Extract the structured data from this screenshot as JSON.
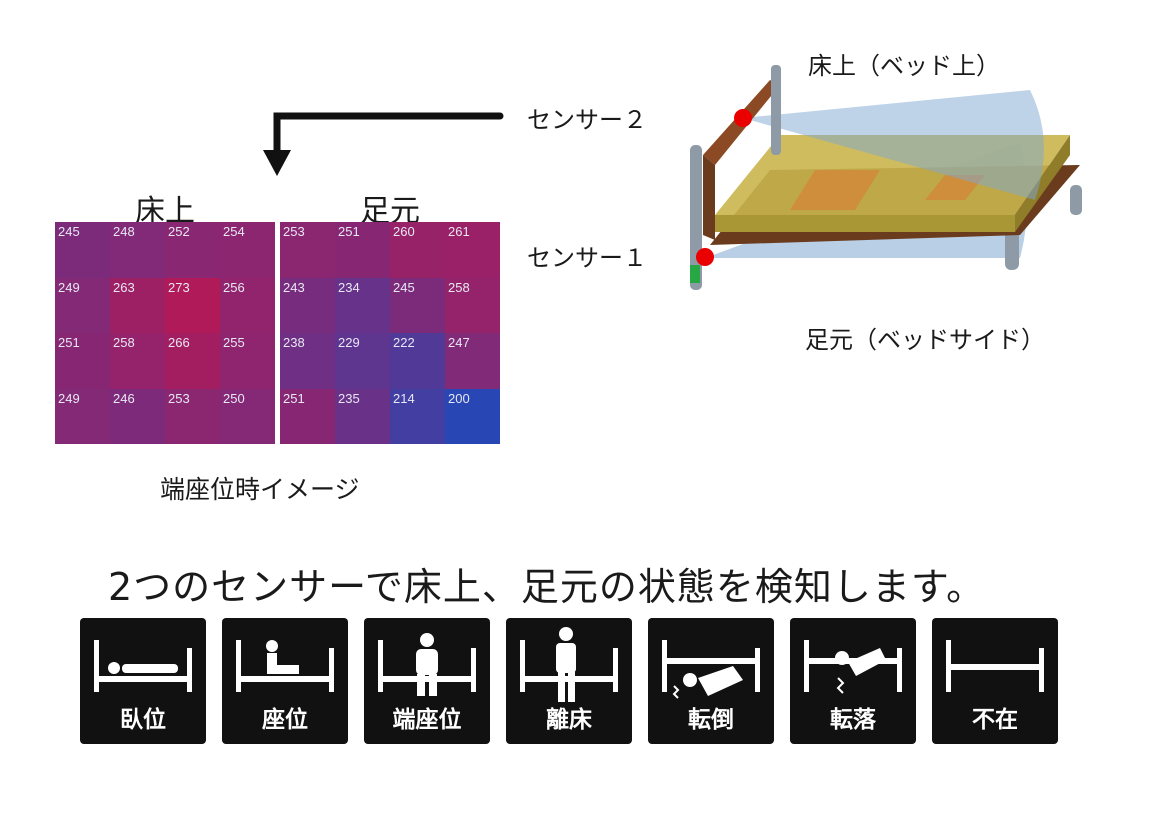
{
  "heatmap": {
    "left_title": "床上",
    "right_title": "足元",
    "left_values": [
      [
        245,
        248,
        252,
        254
      ],
      [
        249,
        263,
        273,
        256
      ],
      [
        251,
        258,
        266,
        255
      ],
      [
        249,
        246,
        253,
        250
      ]
    ],
    "right_values": [
      [
        253,
        251,
        260,
        261
      ],
      [
        243,
        234,
        245,
        258
      ],
      [
        238,
        229,
        222,
        247
      ],
      [
        251,
        235,
        214,
        200
      ]
    ],
    "caption": "端座位時イメージ"
  },
  "bed_diagram": {
    "label_bed_top": "床上（ベッド上）",
    "label_bed_side": "足元（ベッドサイド）",
    "sensor2": "センサー２",
    "sensor1": "センサー１"
  },
  "headline": "2つのセンサーで床上、足元の状態を検知します。",
  "states": [
    {
      "label": "臥位",
      "icon": "lying-icon"
    },
    {
      "label": "座位",
      "icon": "sitting-icon"
    },
    {
      "label": "端座位",
      "icon": "edge-sitting-icon"
    },
    {
      "label": "離床",
      "icon": "leaving-bed-icon"
    },
    {
      "label": "転倒",
      "icon": "fall-icon"
    },
    {
      "label": "転落",
      "icon": "bed-fall-icon"
    },
    {
      "label": "不在",
      "icon": "absent-icon"
    }
  ]
}
